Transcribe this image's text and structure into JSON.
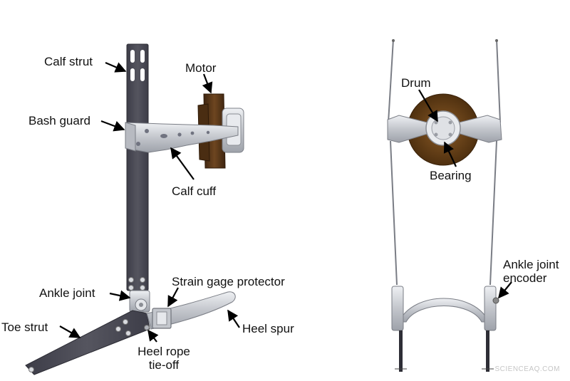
{
  "labels": {
    "calf_strut": "Calf strut",
    "motor": "Motor",
    "bash_guard": "Bash guard",
    "calf_cuff": "Calf cuff",
    "ankle_joint": "Ankle joint",
    "strain_gage_protector": "Strain gage protector",
    "toe_strut": "Toe strut",
    "heel_spur": "Heel spur",
    "heel_rope_tie_off_line1": "Heel rope",
    "heel_rope_tie_off_line2": "tie-off",
    "drum": "Drum",
    "bearing": "Bearing",
    "ankle_joint_encoder_line1": "Ankle joint",
    "ankle_joint_encoder_line2": "encoder"
  },
  "watermark": "SCIENCEAQ.COM",
  "colors": {
    "carbon_strut": "#4a4a55",
    "aluminum": "#c9cbd0",
    "motor_brown": "#5a3818",
    "drum_brown": "#6b4318",
    "label_text": "#111111"
  }
}
